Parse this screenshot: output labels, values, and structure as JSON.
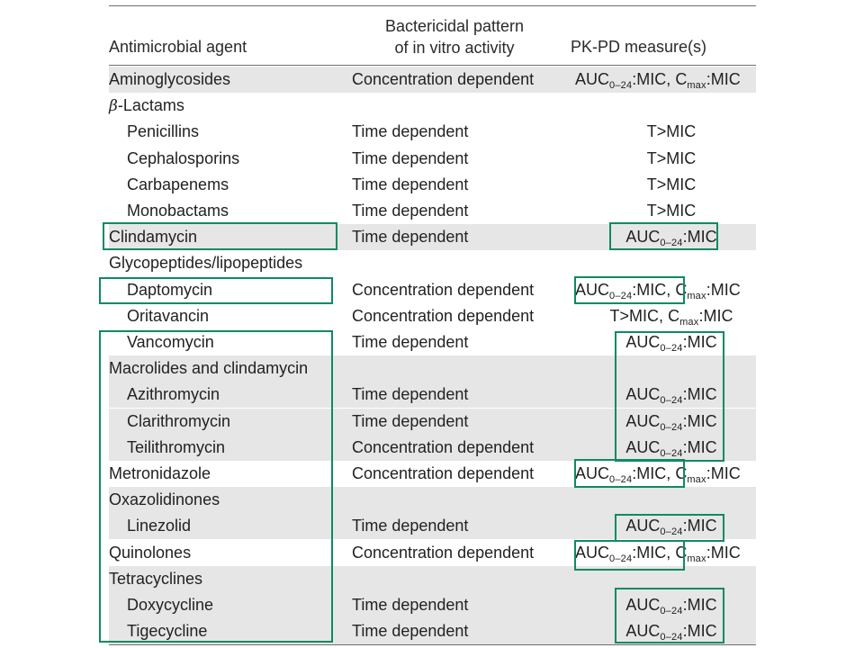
{
  "header": {
    "col_agent": "Antimicrobial agent",
    "col_pattern_line1": "Bactericidal pattern",
    "col_pattern_line2": "of in vitro activity",
    "col_pk": "PK-PD measure(s)"
  },
  "rows": [
    {
      "agent": "Aminoglycosides",
      "indent": false,
      "shaded": true,
      "pattern": "Concentration dependent",
      "pk": "auc_cmax",
      "pk_align": "left"
    },
    {
      "agent": "β-Lactams",
      "indent": false,
      "shaded": false,
      "pattern": "",
      "pk": "none",
      "beta": true
    },
    {
      "agent": "Penicillins",
      "indent": true,
      "shaded": false,
      "pattern": "Time dependent",
      "pk": "tmic"
    },
    {
      "agent": "Cephalosporins",
      "indent": true,
      "shaded": false,
      "pattern": "Time dependent",
      "pk": "tmic"
    },
    {
      "agent": "Carbapenems",
      "indent": true,
      "shaded": false,
      "pattern": "Time dependent",
      "pk": "tmic"
    },
    {
      "agent": "Monobactams",
      "indent": true,
      "shaded": false,
      "pattern": "Time dependent",
      "pk": "tmic"
    },
    {
      "agent": "Clindamycin",
      "indent": false,
      "shaded": true,
      "pattern": "Time dependent",
      "pk": "auc"
    },
    {
      "agent": "Glycopeptides/lipopeptides",
      "indent": false,
      "shaded": false,
      "pattern": "",
      "pk": "none"
    },
    {
      "agent": "Daptomycin",
      "indent": true,
      "shaded": false,
      "pattern": "Concentration dependent",
      "pk": "auc_cmax",
      "pk_align": "left"
    },
    {
      "agent": "Oritavancin",
      "indent": true,
      "shaded": false,
      "pattern": "Concentration dependent",
      "pk": "tmic_cmax"
    },
    {
      "agent": "Vancomycin",
      "indent": true,
      "shaded": false,
      "pattern": "Time dependent",
      "pk": "auc"
    },
    {
      "agent": "Macrolides and clindamycin",
      "indent": false,
      "shaded": true,
      "pattern": "",
      "pk": "none"
    },
    {
      "agent": "Azithromycin",
      "indent": true,
      "shaded": true,
      "pattern": "Time dependent",
      "pk": "auc"
    },
    {
      "agent": "Clarithromycin",
      "indent": true,
      "shaded": true,
      "pattern": "Time dependent",
      "pk": "auc"
    },
    {
      "agent": "Teilithromycin",
      "indent": true,
      "shaded": true,
      "pattern": "Concentration dependent",
      "pk": "auc"
    },
    {
      "agent": "Metronidazole",
      "indent": false,
      "shaded": false,
      "pattern": "Concentration dependent",
      "pk": "auc_cmax",
      "pk_align": "left"
    },
    {
      "agent": "Oxazolidinones",
      "indent": false,
      "shaded": true,
      "pattern": "",
      "pk": "none"
    },
    {
      "agent": "Linezolid",
      "indent": true,
      "shaded": true,
      "pattern": "Time dependent",
      "pk": "auc"
    },
    {
      "agent": "Quinolones",
      "indent": false,
      "shaded": false,
      "pattern": "Concentration dependent",
      "pk": "auc_cmax",
      "pk_align": "left"
    },
    {
      "agent": "Tetracyclines",
      "indent": false,
      "shaded": true,
      "pattern": "",
      "pk": "none"
    },
    {
      "agent": "Doxycycline",
      "indent": true,
      "shaded": true,
      "pattern": "Time dependent",
      "pk": "auc"
    },
    {
      "agent": "Tigecycline",
      "indent": true,
      "shaded": true,
      "pattern": "Time dependent",
      "pk": "auc"
    }
  ],
  "pk_text": {
    "auc": "AUC",
    "auc_sub": "0–24",
    "ratio_mic": ":MIC",
    "comma_sep": ", ",
    "c": "C",
    "cmax_sub": "max",
    "tmic": "T>MIC"
  },
  "highlight_color": "#0e8a64"
}
